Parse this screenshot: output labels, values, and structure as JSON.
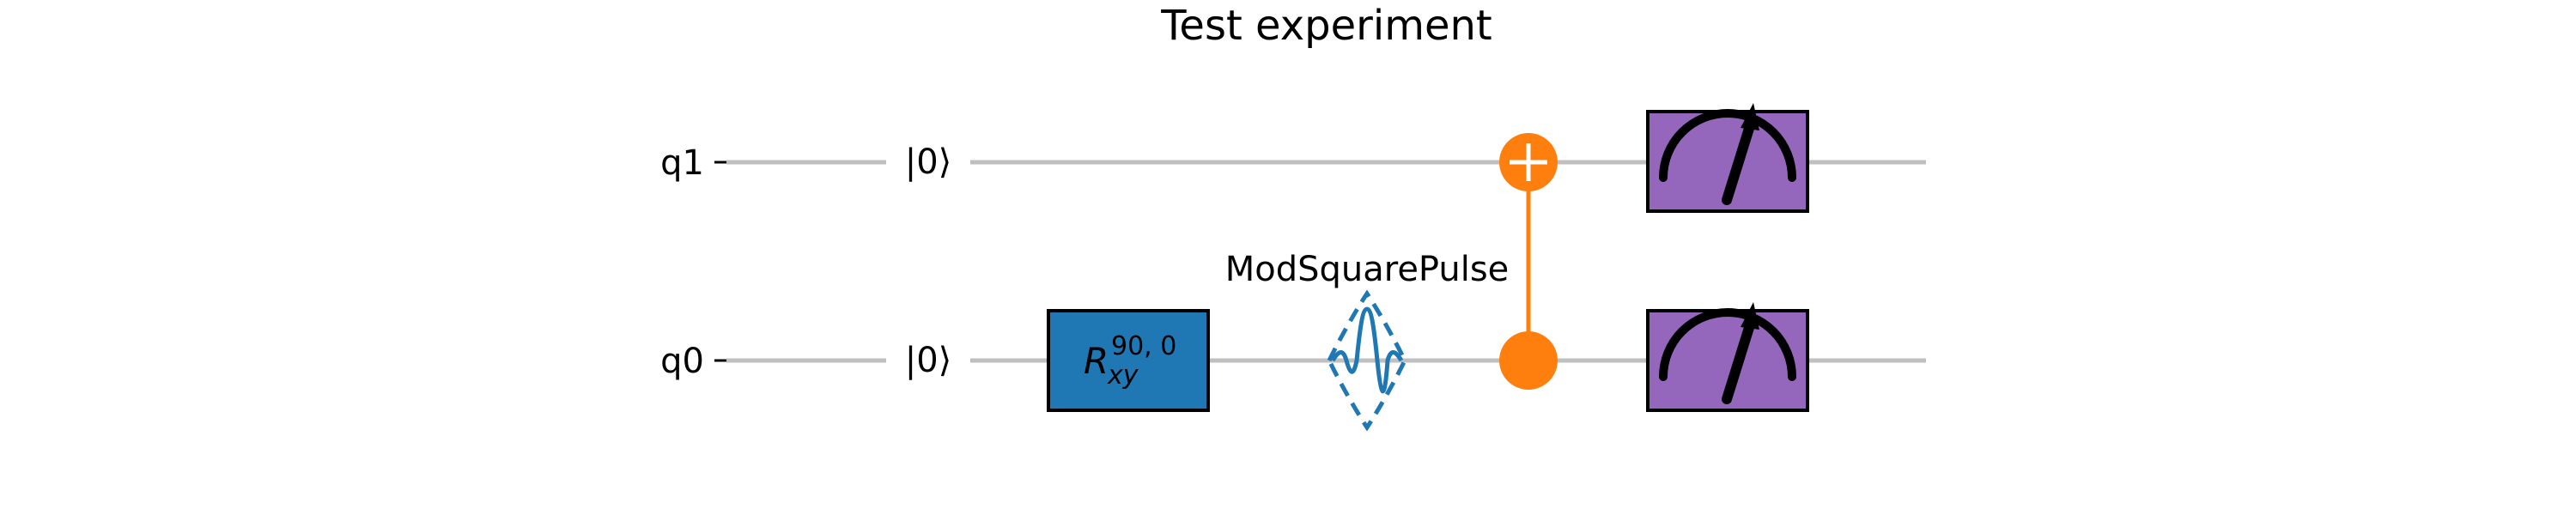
{
  "title": "Test experiment",
  "qubits": [
    "q1",
    "q0"
  ],
  "init_state_label": "|0⟩",
  "gates": {
    "rxy": {
      "symbol": "R",
      "subscript": "xy",
      "superscript": "90, 0"
    },
    "pulse": {
      "label": "ModSquarePulse"
    }
  },
  "colors": {
    "wire": "#bfbfbf",
    "rxy_fill": "#1f77b4",
    "pulse_stroke": "#1f77b4",
    "cnot": "#ff7f0e",
    "measure_fill": "#9467bd"
  },
  "icons": [
    "meter-icon",
    "cnot-target-icon",
    "cnot-control-icon",
    "pulse-icon"
  ]
}
